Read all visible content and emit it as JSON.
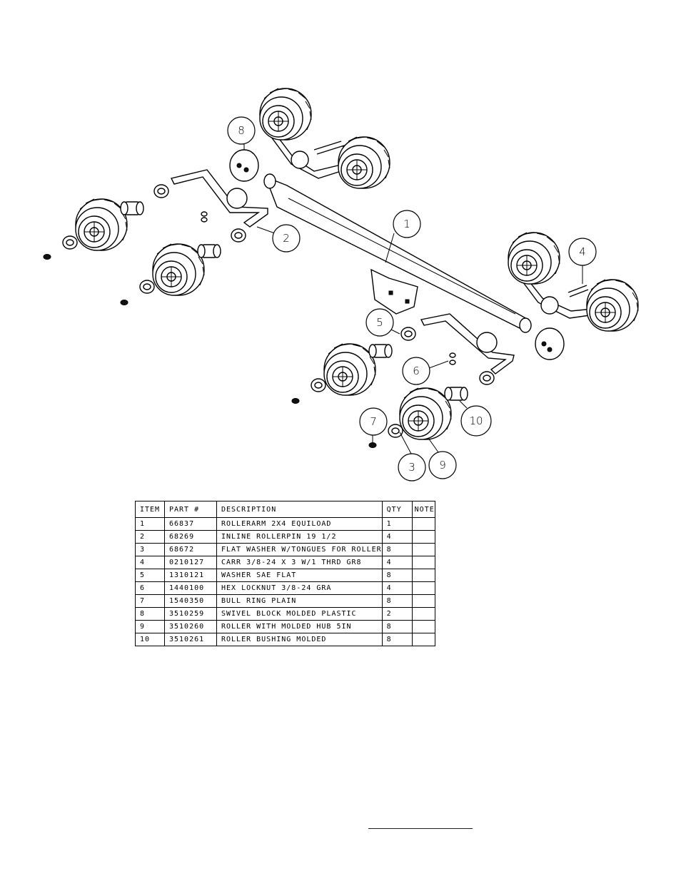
{
  "callouts": [
    "1",
    "2",
    "3",
    "4",
    "5",
    "6",
    "7",
    "8",
    "9",
    "10"
  ],
  "table": {
    "headers": [
      "ITEM",
      "PART #",
      "DESCRIPTION",
      "QTY",
      "NOTE"
    ],
    "rows": [
      {
        "item": "1",
        "part": "66837",
        "desc": "ROLLERARM  2X4 EQUILOAD",
        "qty": "1",
        "note": ""
      },
      {
        "item": "2",
        "part": "68269",
        "desc": "INLINE ROLLERPIN 19 1/2",
        "qty": "4",
        "note": ""
      },
      {
        "item": "3",
        "part": "68672",
        "desc": "FLAT WASHER W/TONGUES FOR ROLLER",
        "qty": "8",
        "note": ""
      },
      {
        "item": "4",
        "part": "0210127",
        "desc": "CARR 3/8-24 X 3 W/1 THRD GR8",
        "qty": "4",
        "note": ""
      },
      {
        "item": "5",
        "part": "1310121",
        "desc": "WASHER SAE FLAT",
        "qty": "8",
        "note": ""
      },
      {
        "item": "6",
        "part": "1440100",
        "desc": "HEX LOCKNUT 3/8-24 GRA",
        "qty": "4",
        "note": ""
      },
      {
        "item": "7",
        "part": "1540350",
        "desc": "BULL RING PLAIN",
        "qty": "8",
        "note": ""
      },
      {
        "item": "8",
        "part": "3510259",
        "desc": "SWIVEL BLOCK MOLDED PLASTIC",
        "qty": "2",
        "note": ""
      },
      {
        "item": "9",
        "part": "3510260",
        "desc": "ROLLER WITH MOLDED HUB  5IN",
        "qty": "8",
        "note": ""
      },
      {
        "item": "10",
        "part": "3510261",
        "desc": "ROLLER BUSHING MOLDED",
        "qty": "8",
        "note": ""
      }
    ]
  },
  "colors": {
    "line": "#000000",
    "link": "#0000ee"
  }
}
